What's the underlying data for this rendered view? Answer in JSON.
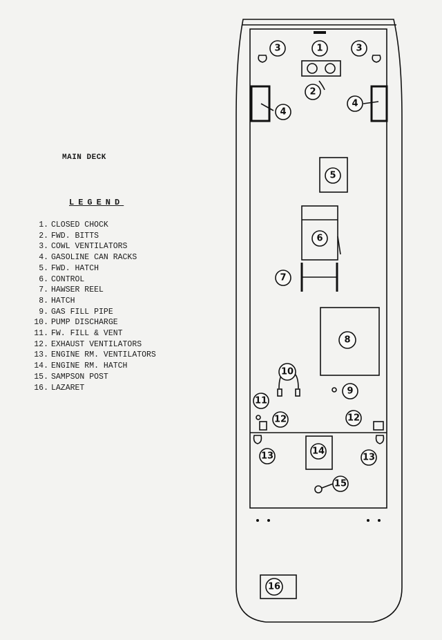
{
  "title": "MAIN DECK",
  "legend_heading": "LEGEND",
  "legend": [
    {
      "num": "1.",
      "label": "CLOSED CHOCK"
    },
    {
      "num": "2.",
      "label": "FWD. BITTS"
    },
    {
      "num": "3.",
      "label": "COWL VENTILATORS"
    },
    {
      "num": "4.",
      "label": "GASOLINE CAN RACKS"
    },
    {
      "num": "5.",
      "label": "FWD. HATCH"
    },
    {
      "num": "6.",
      "label": "CONTROL"
    },
    {
      "num": "7.",
      "label": "HAWSER REEL"
    },
    {
      "num": "8.",
      "label": "HATCH"
    },
    {
      "num": "9.",
      "label": "GAS FILL PIPE"
    },
    {
      "num": "10.",
      "label": "PUMP DISCHARGE"
    },
    {
      "num": "11.",
      "label": "FW. FILL & VENT"
    },
    {
      "num": "12.",
      "label": "EXHAUST VENTILATORS"
    },
    {
      "num": "13.",
      "label": "ENGINE RM. VENTILATORS"
    },
    {
      "num": "14.",
      "label": "ENGINE RM. HATCH"
    },
    {
      "num": "15.",
      "label": "SAMPSON POST"
    },
    {
      "num": "16.",
      "label": "LAZARET"
    }
  ],
  "callouts": [
    "1",
    "2",
    "3",
    "3",
    "4",
    "4",
    "5",
    "6",
    "7",
    "8",
    "9",
    "10",
    "11",
    "12",
    "12",
    "13",
    "13",
    "14",
    "15",
    "16"
  ]
}
